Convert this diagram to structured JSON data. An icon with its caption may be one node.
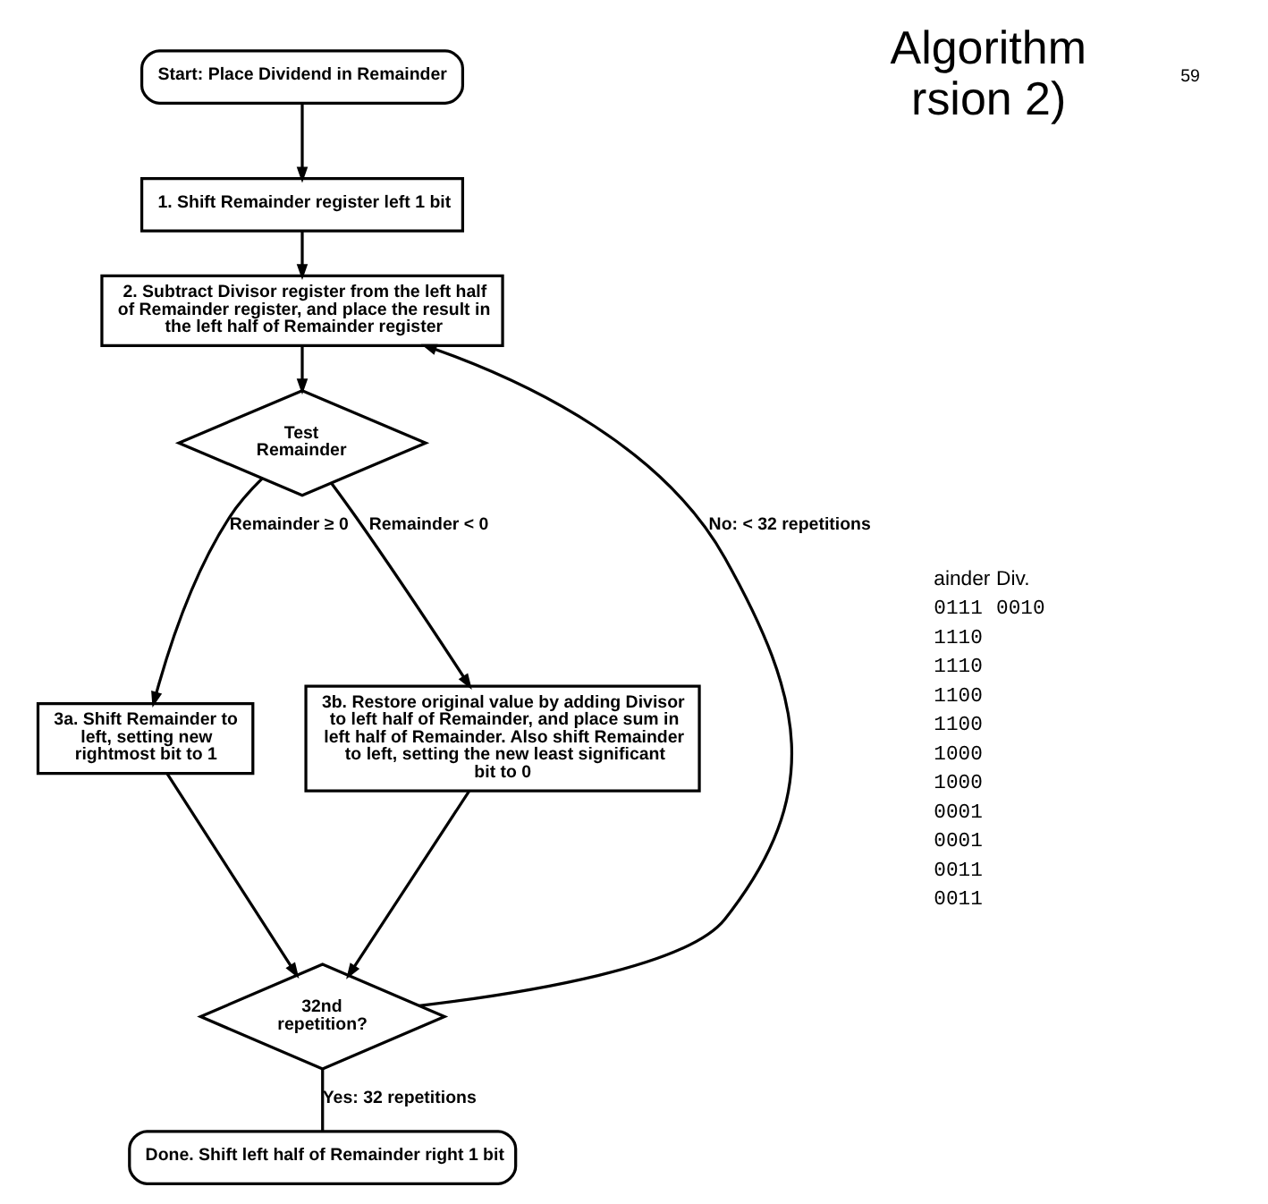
{
  "diagram": {
    "nodes": [
      {
        "text": [
          "Start: Place Dividend in Remainder"
        ]
      },
      {
        "text": [
          "1. Shift Remainder register left 1 bit"
        ]
      },
      {
        "text": [
          "2. Subtract Divisor register from the left half of Remainder register, and place the result in the left half of Remainder register"
        ]
      },
      {
        "text": [
          "Test Remainder"
        ]
      },
      {
        "text": [
          "3a. Shift Remainder to left, setting new rightmost bit to 1"
        ]
      },
      {
        "text": [
          "3b. Restore original value by adding Divisor to left half of Remainder, and place sum in left half of Remainder. Also shift Remainder to left, setting the new least significant bit to 0"
        ]
      },
      {
        "text": [
          "32nd repetition?"
        ]
      },
      {
        "text": [
          "Done. Shift left half of Remainder right 1 bit"
        ]
      }
    ],
    "edges": [
      {
        "from": 0,
        "to": 1,
        "arrow": "to"
      },
      {
        "from": 1,
        "to": 2,
        "arrow": "to"
      },
      {
        "from": 2,
        "to": 3,
        "arrow": "to"
      },
      {
        "from": 3,
        "to": 4,
        "arrow": "to",
        "label": "Remainder ≥ 0"
      },
      {
        "from": 3,
        "to": 5,
        "arrow": "to",
        "label": "Remainder < 0"
      },
      {
        "from": 4,
        "to": 6,
        "arrow": "to"
      },
      {
        "from": 5,
        "to": 6,
        "arrow": "to"
      },
      {
        "from": 6,
        "to": 2,
        "arrow": "to",
        "label": "No: < 32 repetitions"
      },
      {
        "from": 6,
        "to": 7,
        "arrow": "none",
        "label": "Yes: 32 repetitions"
      }
    ],
    "labels": [
      "Algorithm",
      "rsion 2)",
      "ainder",
      "Div.",
      "0111",
      "0010",
      "1110",
      "1110",
      "1100",
      "1100",
      "1000",
      "1000",
      "0001",
      "0001",
      "0011",
      "0011",
      "59"
    ]
  }
}
